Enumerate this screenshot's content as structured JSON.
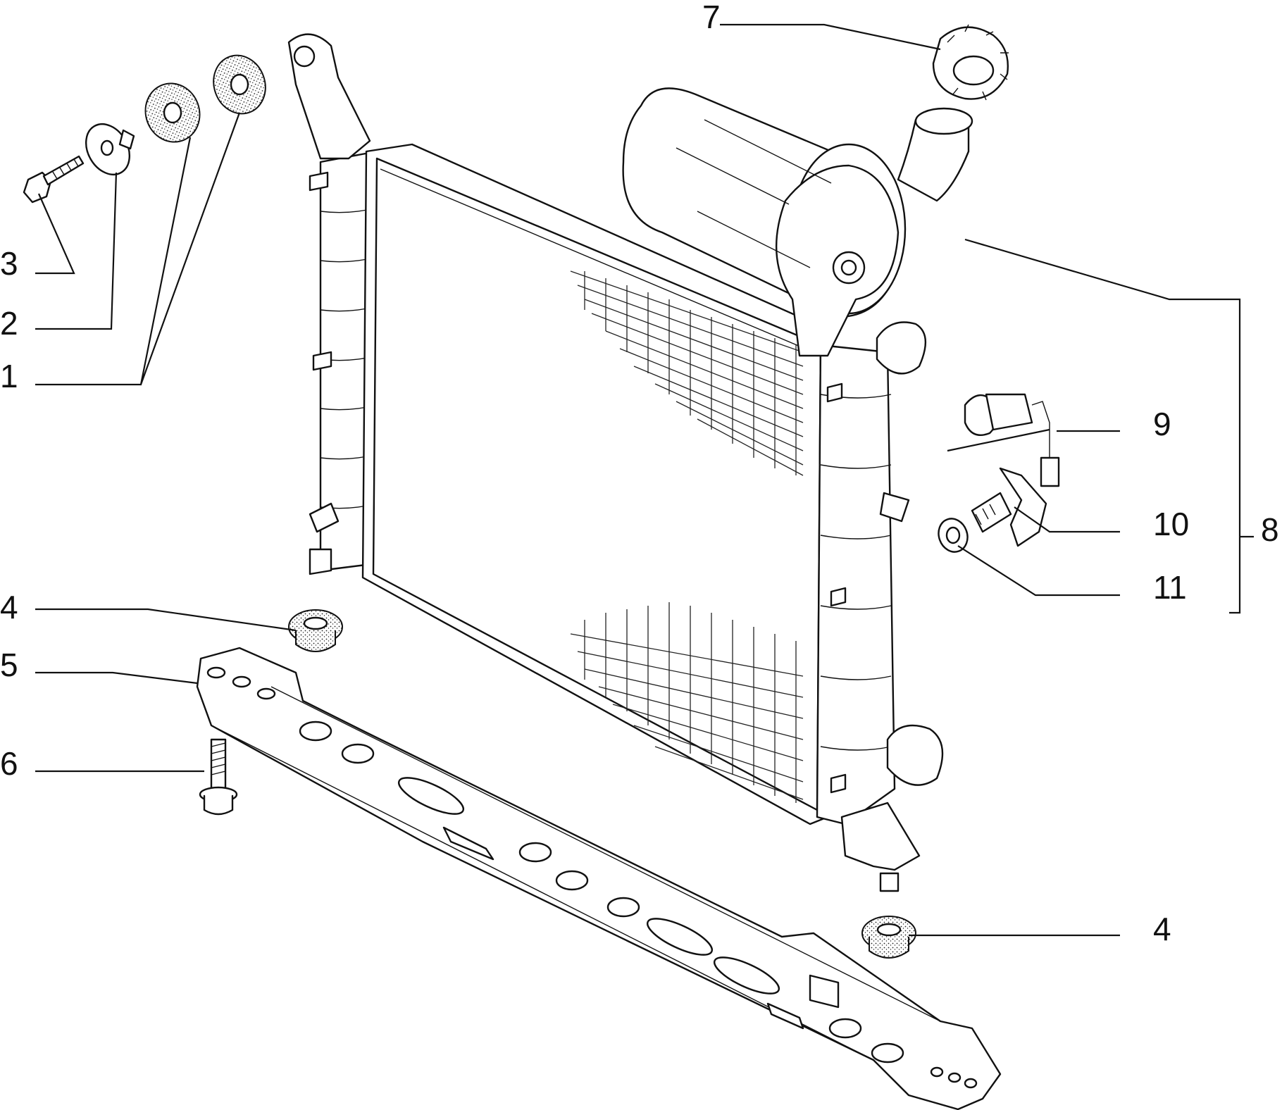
{
  "diagram": {
    "callouts": [
      {
        "id": "c7",
        "text": "7"
      },
      {
        "id": "c3",
        "text": "3"
      },
      {
        "id": "c2",
        "text": "2"
      },
      {
        "id": "c1",
        "text": "1"
      },
      {
        "id": "c9",
        "text": "9"
      },
      {
        "id": "c10",
        "text": "10"
      },
      {
        "id": "c8",
        "text": "8"
      },
      {
        "id": "c11",
        "text": "11"
      },
      {
        "id": "c4a",
        "text": "4"
      },
      {
        "id": "c5",
        "text": "5"
      },
      {
        "id": "c6",
        "text": "6"
      },
      {
        "id": "c4b",
        "text": "4"
      }
    ]
  }
}
